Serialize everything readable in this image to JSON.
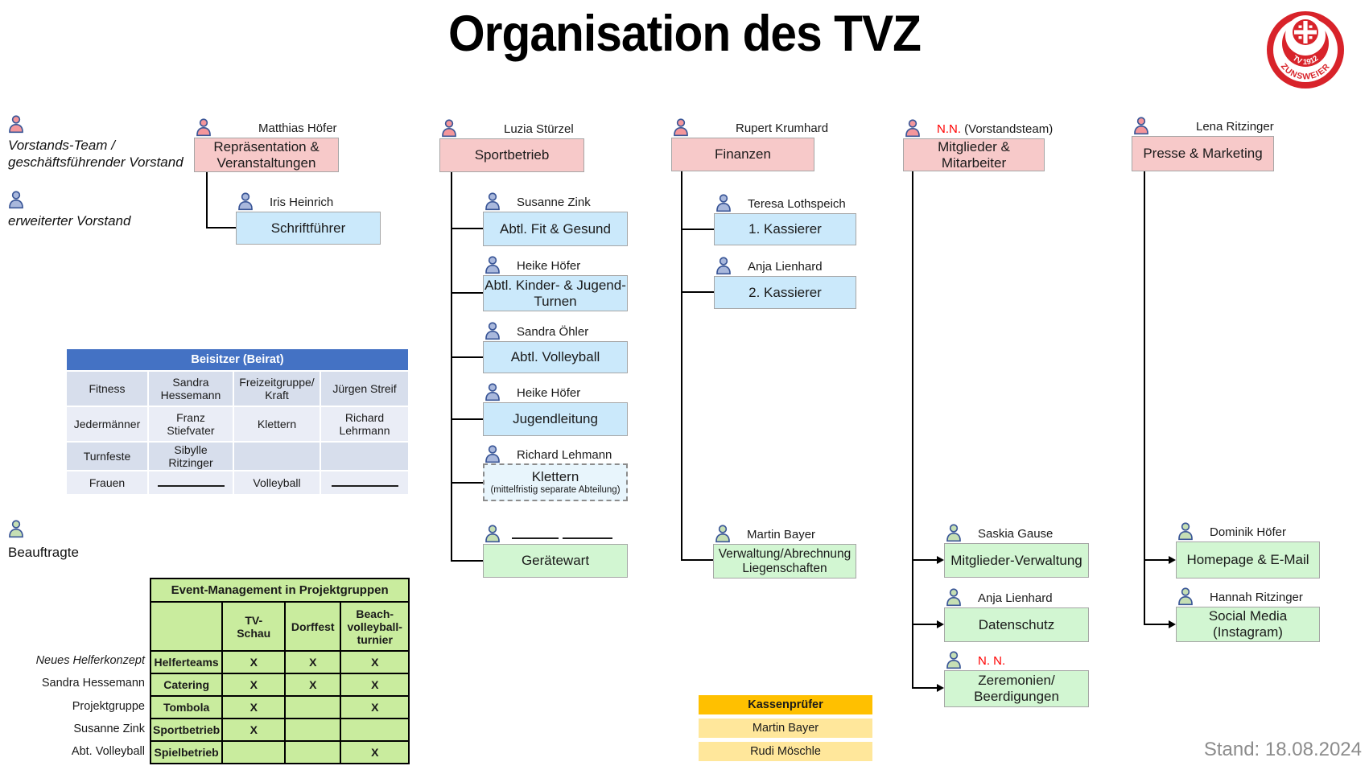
{
  "title": "Organisation des TVZ",
  "stand_label": "Stand: 18.08.2024",
  "logo": {
    "top_text": "TV 1912",
    "bottom_text": "ZUNSWEIER"
  },
  "legend": {
    "vorstand_line1": "Vorstands-Team /",
    "vorstand_line2": "geschäftsführender Vorstand",
    "erweitert": "erweiterter Vorstand",
    "beauftragte": "Beauftragte"
  },
  "cards": {
    "repraesentation": {
      "person": "Matthias Höfer",
      "label": "Repräsentation &",
      "label2": "Veranstaltungen"
    },
    "schriftfuehrer": {
      "person": "Iris Heinrich",
      "label": "Schriftführer"
    },
    "sportbetrieb": {
      "person": "Luzia Stürzel",
      "label": "Sportbetrieb"
    },
    "fit_gesund": {
      "person": "Susanne Zink",
      "label": "Abtl. Fit & Gesund"
    },
    "kinder_jugend_turnen": {
      "person": "Heike Höfer",
      "label": "Abtl. Kinder- & Jugend-",
      "label2": "Turnen"
    },
    "abtl_volleyball": {
      "person": "Sandra Öhler",
      "label": "Abtl. Volleyball"
    },
    "jugendleitung": {
      "person": "Heike Höfer",
      "label": "Jugendleitung"
    },
    "klettern": {
      "person": "Richard Lehmann",
      "label": "Klettern",
      "label2": "(mittelfristig separate Abteilung)"
    },
    "geraetewart": {
      "label": "Gerätewart"
    },
    "finanzen": {
      "person": "Rupert Krumhard",
      "label": "Finanzen"
    },
    "kassierer1": {
      "person": "Teresa Lothspeich",
      "label": "1. Kassierer"
    },
    "kassierer2": {
      "person": "Anja Lienhard",
      "label": "2. Kassierer"
    },
    "verwaltung_liegenschaften": {
      "person": "Martin Bayer",
      "label": "Verwaltung/Abrechnung",
      "label2": "Liegenschaften"
    },
    "mitglieder_mitarbeiter": {
      "person_nn": "N.N.",
      "person_rest": " (Vorstandsteam)",
      "label": "Mitglieder &",
      "label2": "Mitarbeiter"
    },
    "mitglieder_verwaltung": {
      "person": "Saskia Gause",
      "label": "Mitglieder-Verwaltung"
    },
    "datenschutz": {
      "person": "Anja Lienhard",
      "label": "Datenschutz"
    },
    "zeremonien": {
      "person_nn": "N. N.",
      "label": "Zeremonien/",
      "label2": "Beerdigungen"
    },
    "presse_marketing": {
      "person": "Lena Ritzinger",
      "label": "Presse & Marketing"
    },
    "homepage_email": {
      "person": "Dominik Höfer",
      "label": "Homepage &  E-Mail"
    },
    "social_media": {
      "person": "Hannah Ritzinger",
      "label": "Social Media",
      "label2": "(Instagram)"
    }
  },
  "beisitzer": {
    "header": "Beisitzer (Beirat)",
    "rows": [
      [
        "Fitness",
        "Sandra Hessemann",
        "Freizeitgruppe/ Kraft",
        "Jürgen Streif"
      ],
      [
        "Jedermänner",
        "Franz Stiefvater",
        "Klettern",
        "Richard Lehrmann"
      ],
      [
        "Turnfeste",
        "Sibylle Ritzinger",
        "",
        ""
      ],
      [
        "Frauen",
        "",
        "Volleyball",
        ""
      ]
    ]
  },
  "event": {
    "header": "Event-Management in Projektgruppen",
    "col_headers": [
      "TV-\nSchau",
      "Dorffest",
      "Beach-\nvolleyball-\nturnier"
    ],
    "outside_labels": [
      "Neues Helferkonzept",
      "Sandra Hessemann",
      "Projektgruppe",
      "Susanne Zink",
      "Abt. Volleyball"
    ],
    "row_labels": [
      "Helferteams",
      "Catering",
      "Tombola",
      "Sportbetrieb",
      "Spielbetrieb"
    ],
    "marks": [
      [
        "X",
        "X",
        "X"
      ],
      [
        "X",
        "X",
        "X"
      ],
      [
        "X",
        "",
        "X"
      ],
      [
        "X",
        "",
        ""
      ],
      [
        "",
        "",
        "X"
      ]
    ]
  },
  "kassenpruefer": {
    "header": "Kassenprüfer",
    "rows": [
      "Martin Bayer",
      "Rudi Möschle"
    ]
  },
  "colors": {
    "pink_box": "#F7C9C9",
    "blue_box": "#CBE9FB",
    "green_box": "#D2F6D2",
    "table_header_blue": "#4472C4",
    "event_green": "#C9EC9E",
    "kassen_orange": "#FFC000",
    "kassen_light": "#FFE79B",
    "nn_red": "#FF0000",
    "logo_red": "#D8232A"
  }
}
